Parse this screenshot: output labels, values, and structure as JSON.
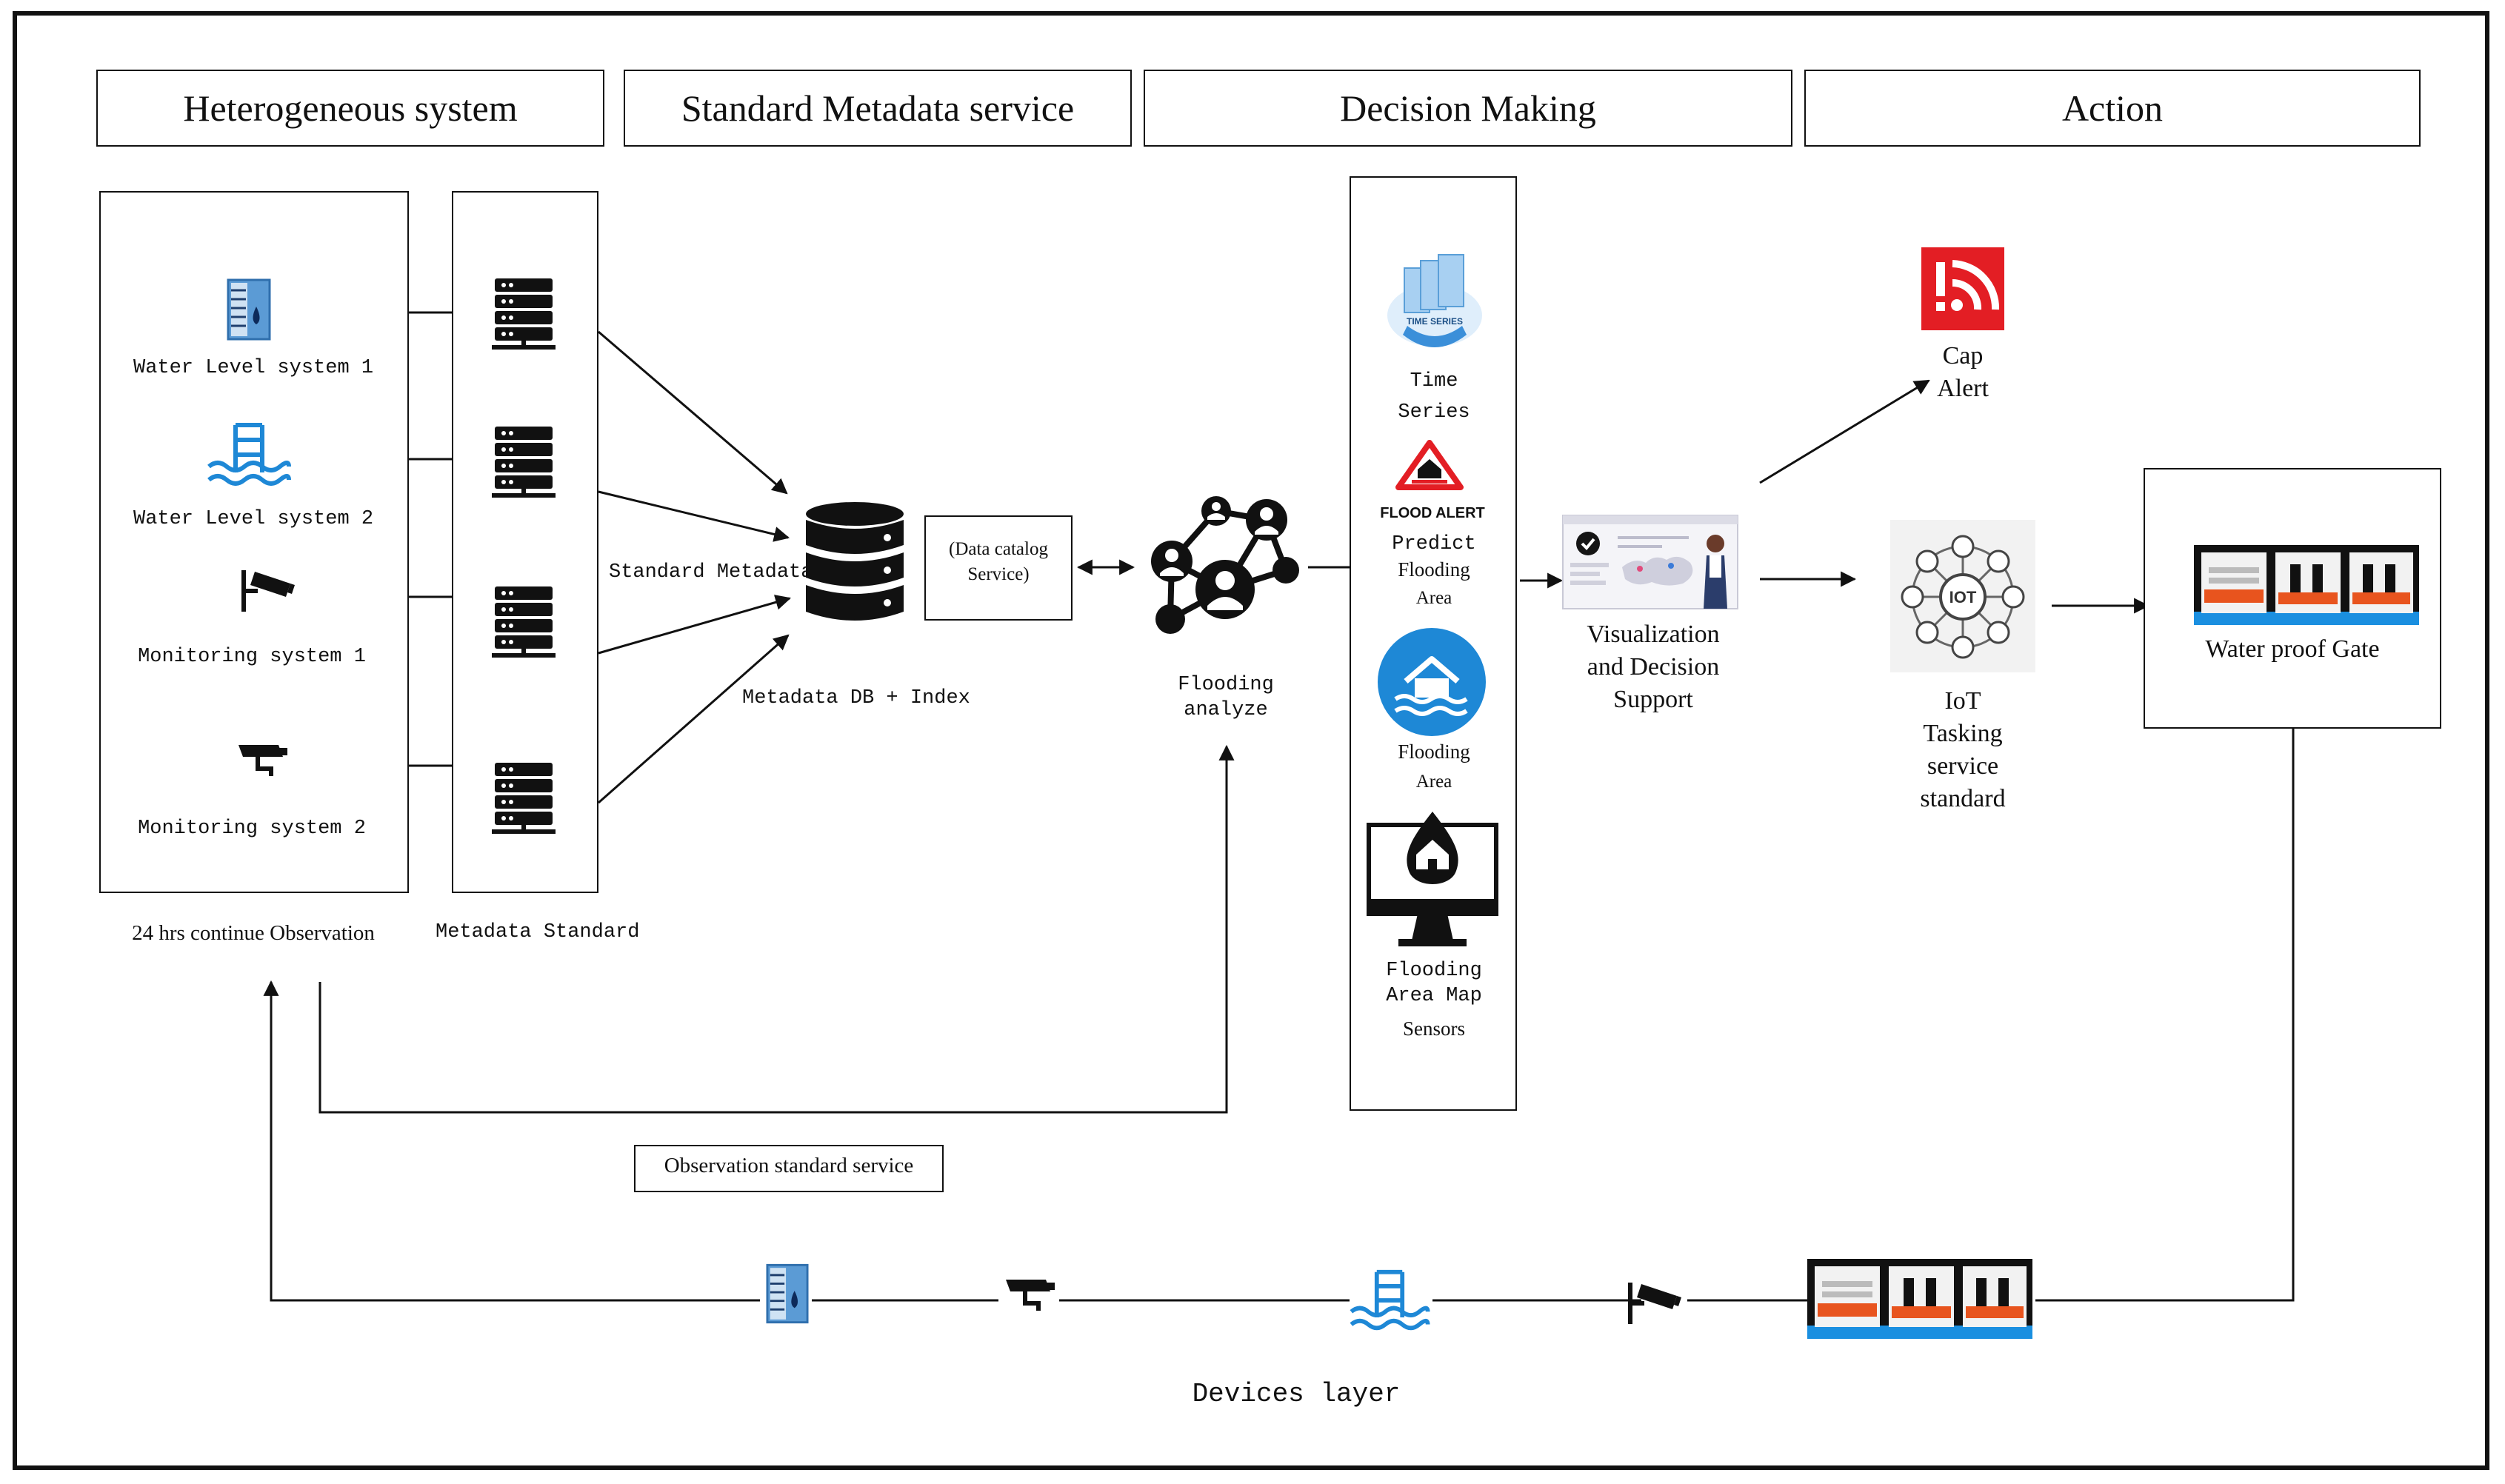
{
  "headers": {
    "heterogeneous": "Heterogeneous system",
    "metadata_service": "Standard Metadata service",
    "decision_making": "Decision Making",
    "action": "Action"
  },
  "sources": {
    "water_level_1": "Water Level system 1",
    "water_level_2": "Water Level system 2",
    "monitoring_1": "Monitoring system 1",
    "monitoring_2": "Monitoring system 2",
    "caption": "24 hrs continue Observation"
  },
  "metadata": {
    "caption": "Metadata Standard",
    "edge_label": "Standard Metadata",
    "db_label": "Metadata DB + Index",
    "catalog_line1": "(Data catalog",
    "catalog_line2": "Service)"
  },
  "analysis": {
    "line1": "Flooding",
    "line2": "analyze"
  },
  "decision": {
    "time_series_line1": "Time",
    "time_series_line2": "Series",
    "time_series_icon_text": "TIME SERIES",
    "flood_alert_badge": "FLOOD ALERT",
    "predict_line1": "Predict",
    "predict_line2": "Flooding",
    "predict_line3": "Area",
    "flooding_area_line1": "Flooding",
    "flooding_area_line2": "Area",
    "map_line1": "Flooding",
    "map_line2": "Area Map",
    "map_line3": "Sensors"
  },
  "visualization": {
    "line1": "Visualization",
    "line2": "and Decision",
    "line3": "Support"
  },
  "action": {
    "cap_line1": "Cap",
    "cap_line2": "Alert",
    "iot_line1": "IoT",
    "iot_line2": "Tasking",
    "iot_line3": "service",
    "iot_line4": "standard",
    "iot_hub_text": "IOT",
    "gate_label": "Water proof Gate"
  },
  "observation_service": "Observation standard service",
  "devices_layer": "Devices layer",
  "colors": {
    "stroke": "#111111",
    "accent_blue": "#1e88d6",
    "alert_red": "#e31e24",
    "gate_orange": "#e8541e",
    "gate_blue": "#1a8fe0"
  },
  "icons": [
    "water-gauge-icon",
    "water-level-icon",
    "cctv-camera-icon",
    "security-camera-icon",
    "server-rack-icon",
    "database-icon",
    "network-graph-icon",
    "time-series-icon",
    "flood-alert-icon",
    "flood-house-icon",
    "monitor-map-icon",
    "dashboard-icon",
    "cap-alert-icon",
    "iot-hub-icon",
    "water-gate-icon"
  ]
}
